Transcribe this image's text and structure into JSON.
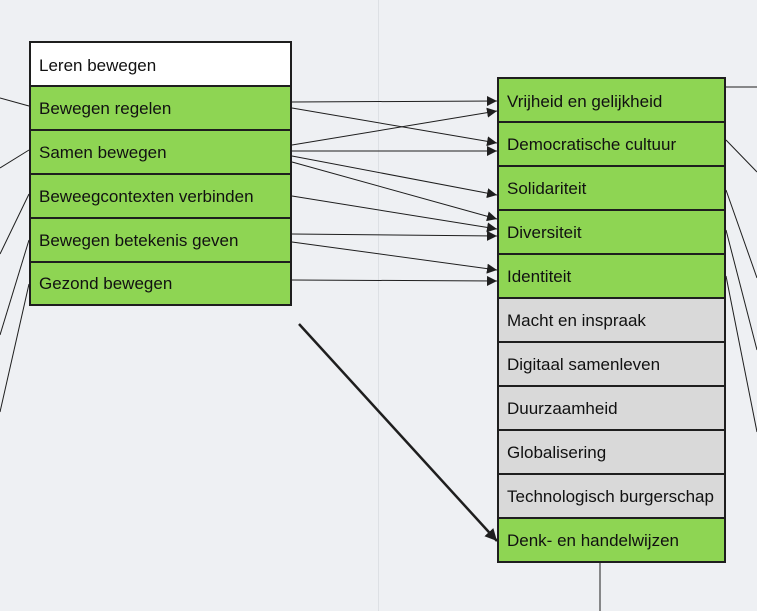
{
  "left_box": {
    "items": [
      {
        "label": "Leren bewegen",
        "fill": "white"
      },
      {
        "label": "Bewegen regelen",
        "fill": "green"
      },
      {
        "label": "Samen bewegen",
        "fill": "green"
      },
      {
        "label": "Beweegcontexten verbinden",
        "fill": "green"
      },
      {
        "label": "Bewegen betekenis geven",
        "fill": "green"
      },
      {
        "label": "Gezond bewegen",
        "fill": "green"
      }
    ]
  },
  "right_box": {
    "items": [
      {
        "label": "Vrijheid en gelijkheid",
        "fill": "green"
      },
      {
        "label": "Democratische cultuur",
        "fill": "green"
      },
      {
        "label": "Solidariteit",
        "fill": "green"
      },
      {
        "label": "Diversiteit",
        "fill": "green"
      },
      {
        "label": "Identiteit",
        "fill": "green"
      },
      {
        "label": "Macht en inspraak",
        "fill": "grey"
      },
      {
        "label": "Digitaal samenleven",
        "fill": "grey"
      },
      {
        "label": "Duurzaamheid",
        "fill": "grey"
      },
      {
        "label": "Globalisering",
        "fill": "grey"
      },
      {
        "label": "Technologisch burgerschap",
        "fill": "grey"
      },
      {
        "label": "Denk- en handelwijzen",
        "fill": "green"
      }
    ]
  },
  "colors": {
    "green": "#8ed553",
    "grey": "#d9d9d9",
    "white": "#ffffff",
    "line": "#1e1e1e"
  }
}
